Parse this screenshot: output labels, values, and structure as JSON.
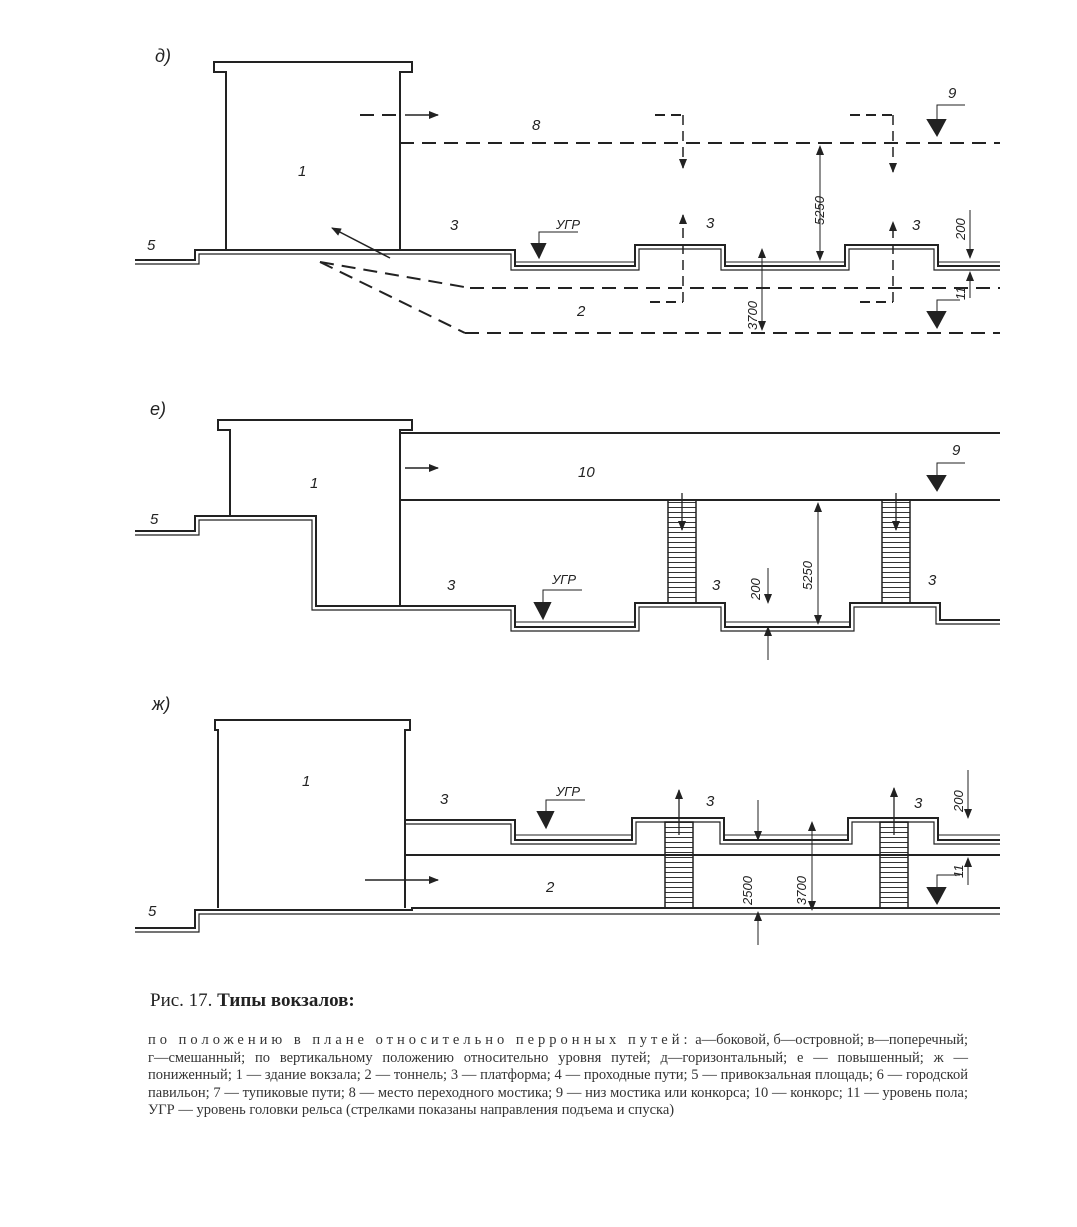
{
  "panels": [
    {
      "id": "d",
      "label": "д)",
      "numbers": {
        "n1": "1",
        "n3a": "3",
        "n3b": "3",
        "n3c": "3",
        "n5": "5",
        "n8": "8",
        "n9": "9",
        "n2": "2",
        "n11": "11"
      },
      "ugr": "УГР",
      "dims": {
        "d5250": "5250",
        "d3700": "3700",
        "d200": "200"
      }
    },
    {
      "id": "e",
      "label": "е)",
      "numbers": {
        "n1": "1",
        "n3a": "3",
        "n3b": "3",
        "n3c": "3",
        "n5": "5",
        "n9": "9",
        "n10": "10"
      },
      "ugr": "УГР",
      "dims": {
        "d5250": "5250",
        "d200": "200"
      }
    },
    {
      "id": "zh",
      "label": "ж)",
      "numbers": {
        "n1": "1",
        "n3a": "3",
        "n3b": "3",
        "n3c": "3",
        "n5": "5",
        "n2": "2",
        "n11": "11"
      },
      "ugr": "УГР",
      "dims": {
        "d2500": "2500",
        "d3700": "3700",
        "d200": "200"
      }
    }
  ],
  "caption": {
    "prefix": "Рис. 17. ",
    "title": "Типы вокзалов:",
    "line1": "по положению в плане относительно перронных путей:",
    "body": "а—боковой, б—островной; в—поперечный; г—смешанный; по вертикальному положению относительно уровня путей; д—горизонтальный; е — повышенный; ж — пониженный; 1 — здание вокзала; 2 — тоннель; 3 — платформа; 4 — проходные пути; 5 — привокзальная площадь; 6 — городской павильон; 7 — тупиковые пути; 8 — место переходного мостика; 9 — низ мостика или конкорса; 10 — конкорс; 11 — уровень пола; УГР — уровень головки рельса (стрелками показаны направления подъема и спуска)"
  }
}
